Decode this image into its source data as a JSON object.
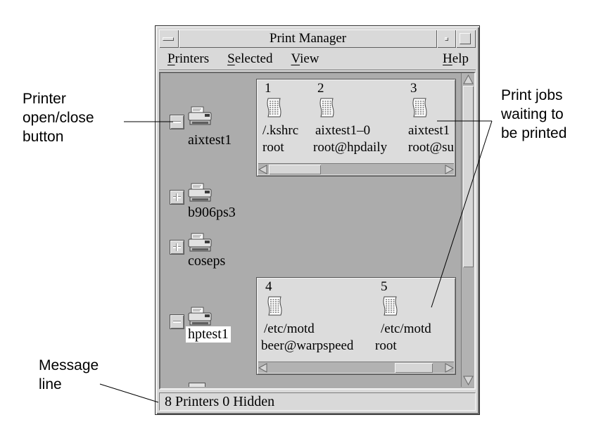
{
  "annotations": {
    "open_close": "Printer\nopen/close\nbutton",
    "jobs": "Print jobs\nwaiting to\nbe printed",
    "message": "Message\nline"
  },
  "titlebar": {
    "title": "Print Manager"
  },
  "menubar": {
    "items": [
      {
        "mnemonic": "P",
        "rest": "rinters"
      },
      {
        "mnemonic": "S",
        "rest": "elected"
      },
      {
        "mnemonic": "V",
        "rest": "iew"
      }
    ],
    "help": {
      "mnemonic": "H",
      "rest": "elp"
    }
  },
  "printers": [
    {
      "name": "aixtest1",
      "toggle": "minus",
      "selected": false
    },
    {
      "name": "b906ps3",
      "toggle": "plus",
      "selected": false
    },
    {
      "name": "coseps",
      "toggle": "plus",
      "selected": false
    },
    {
      "name": "hptest1",
      "toggle": "minus",
      "selected": true
    }
  ],
  "job_panels": [
    {
      "printer": "aixtest1",
      "jobs": [
        {
          "number": "1",
          "file": "/.kshrc",
          "owner": "root"
        },
        {
          "number": "2",
          "file": "aixtest1–0",
          "owner": "root@hpdaily"
        },
        {
          "number": "3",
          "file": "aixtest1",
          "owner": "root@su"
        }
      ]
    },
    {
      "printer": "hptest1",
      "jobs": [
        {
          "number": "4",
          "file": "/etc/motd",
          "owner": "beer@warpspeed"
        },
        {
          "number": "5",
          "file": "/etc/motd",
          "owner": "root"
        }
      ]
    }
  ],
  "status": "8 Printers 0 Hidden",
  "colors": {
    "chrome": "#d9d9d9",
    "canvas": "#acacac",
    "panel": "#dcdcdc",
    "selection_bg": "#ffffff"
  }
}
